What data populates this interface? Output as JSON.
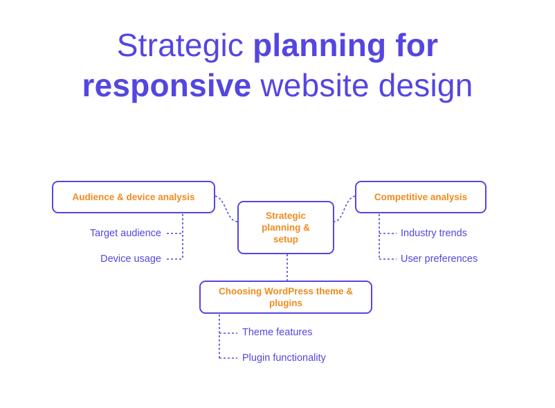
{
  "title": {
    "line1_light": "Strategic ",
    "line1_bold": "planning for",
    "line2_bold": "responsive",
    "line2_light": " website design"
  },
  "nodes": {
    "center": "Strategic planning & setup",
    "left": "Audience & device analysis",
    "right": "Competitive analysis",
    "bottom": "Choosing WordPress theme & plugins"
  },
  "left_items": [
    "Target audience",
    "Device usage"
  ],
  "right_items": [
    "Industry trends",
    "User preferences"
  ],
  "bottom_items": [
    "Theme features",
    "Plugin functionality"
  ],
  "colors": {
    "primary": "#5446e0",
    "accent": "#f08a1e",
    "background": "#ffffff"
  }
}
